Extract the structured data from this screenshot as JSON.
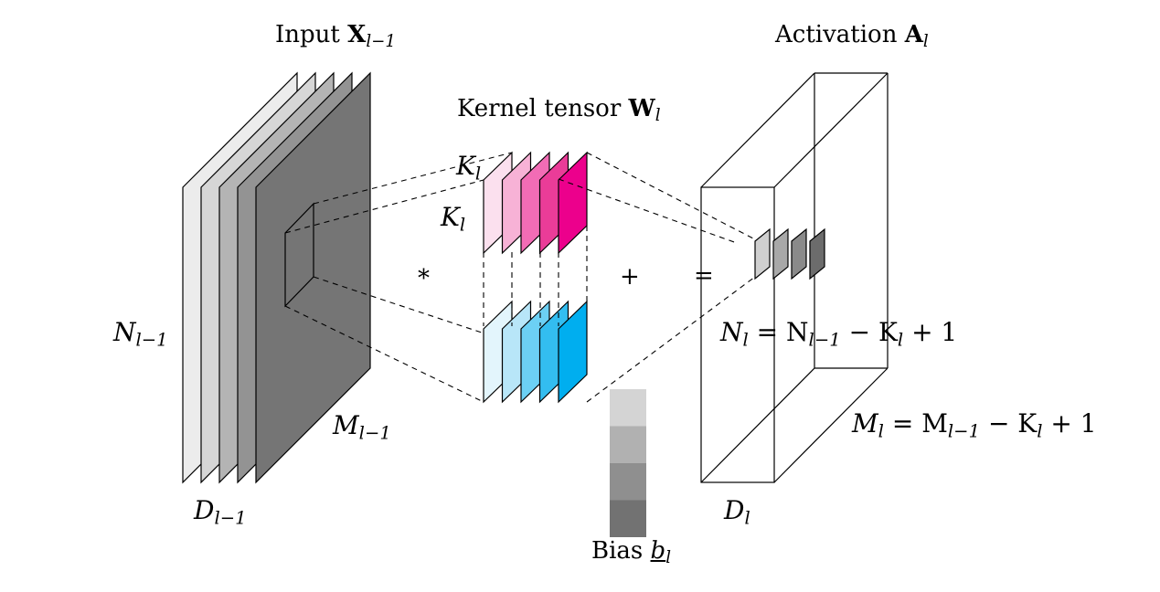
{
  "titles": {
    "input": {
      "prefix": "Input ",
      "symbol": "X",
      "sub": "l−1"
    },
    "kernel": {
      "prefix": "Kernel tensor ",
      "symbol": "W",
      "sub": "l"
    },
    "activation": {
      "prefix": "Activation ",
      "symbol": "A",
      "sub": "l"
    }
  },
  "input_dims": {
    "N": {
      "main": "N",
      "sub": "l−1"
    },
    "M": {
      "main": "M",
      "sub": "l−1"
    },
    "D": {
      "main": "D",
      "sub": "l−1"
    }
  },
  "kernel_dims": {
    "K_top": {
      "main": "K",
      "sub": "l"
    },
    "K_side": {
      "main": "K",
      "sub": "l"
    }
  },
  "operators": {
    "convolve": "*",
    "plus": "+",
    "equals": "="
  },
  "bias": {
    "label": "Bias ",
    "symbol": "b",
    "sub": "l",
    "colors": [
      "#d4d4d4",
      "#b1b1b1",
      "#8f8f8f",
      "#727272"
    ]
  },
  "activation_dims": {
    "N": {
      "main": "N",
      "sub": "l",
      "expr": " = N",
      "expr_sub": "l−1",
      "tail": " − K",
      "tail_sub": "l",
      "end": " + 1"
    },
    "M": {
      "main": "M",
      "sub": "l",
      "expr": " = M",
      "expr_sub": "l−1",
      "tail": " − K",
      "tail_sub": "l",
      "end": " + 1"
    },
    "D": {
      "main": "D",
      "sub": "l"
    }
  },
  "colors": {
    "input_slices": [
      "#ececec",
      "#d6d6d6",
      "#b4b4b4",
      "#939393",
      "#757575"
    ],
    "kernel_pink": [
      "#fbe0ee",
      "#f7b2d6",
      "#f26cb5",
      "#ea3c98",
      "#ec008c"
    ],
    "kernel_blue": [
      "#e3f5fc",
      "#b8e6f8",
      "#6cd0f4",
      "#33bdf0",
      "#00aeef"
    ],
    "activation_slices": [
      "#cfcfcf",
      "#a8a8a8",
      "#8a8a8a",
      "#6c6c6c"
    ]
  }
}
